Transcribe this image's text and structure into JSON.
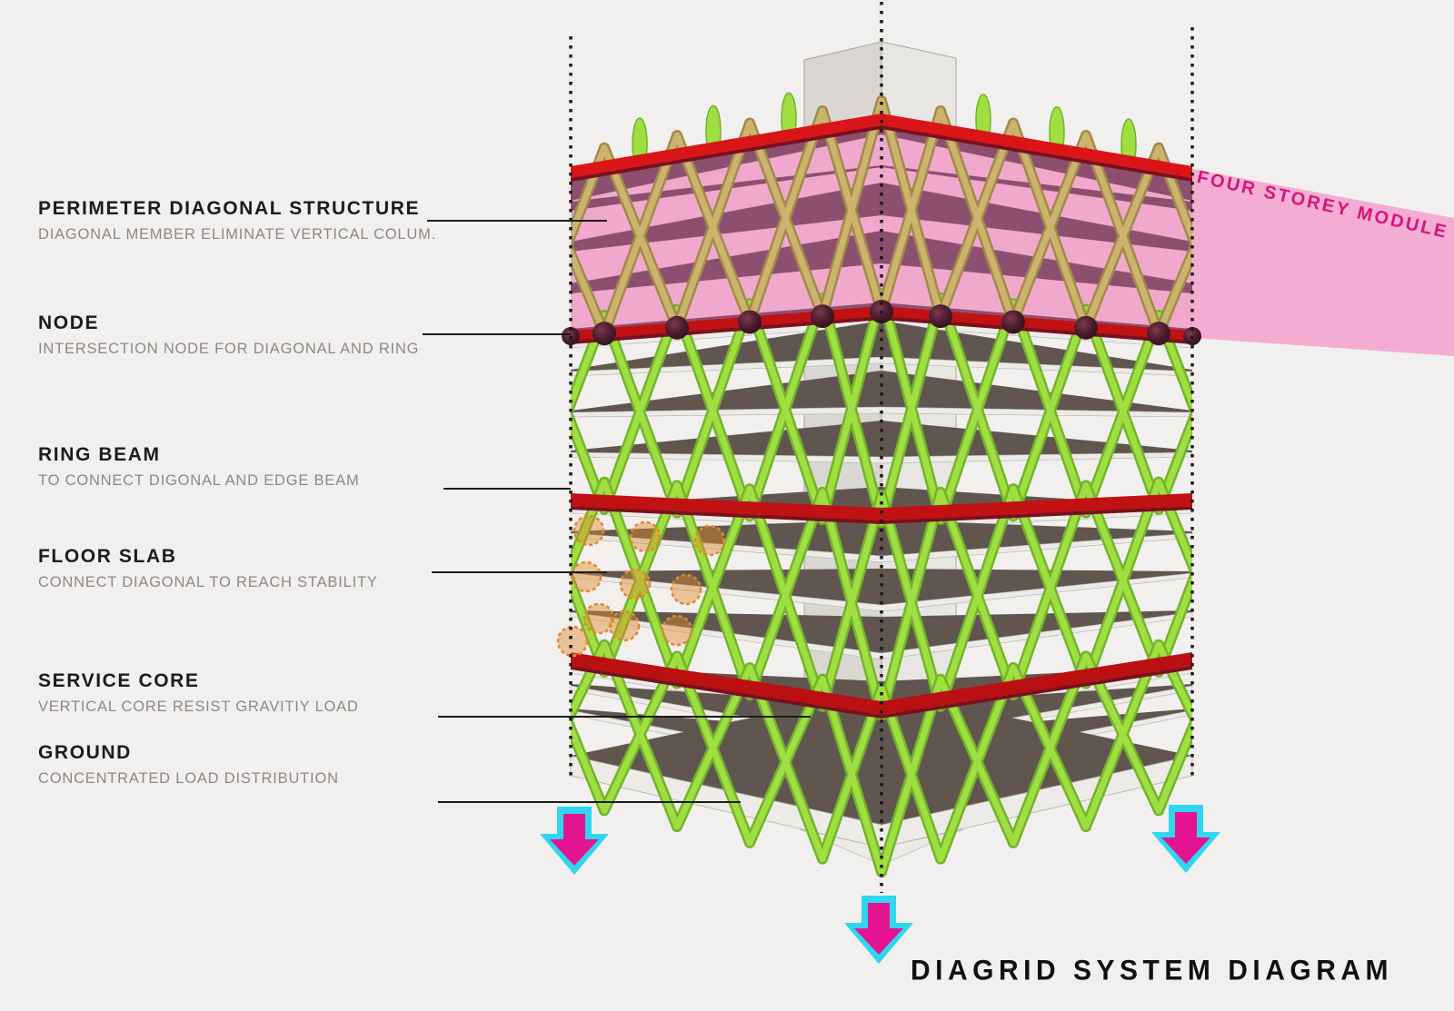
{
  "title": "DIAGRID SYSTEM  DIAGRAM",
  "banner": {
    "label": "FOUR STOREY MODULE"
  },
  "labels": [
    {
      "title": "PERIMETER DIAGONAL STRUCTURE",
      "subtitle": "DIAGONAL MEMBER ELIMINATE VERTICAL COLUM."
    },
    {
      "title": "NODE",
      "subtitle": "INTERSECTION NODE FOR DIAGONAL AND RING"
    },
    {
      "title": "RING BEAM",
      "subtitle": "TO CONNECT DIGONAL AND EDGE BEAM"
    },
    {
      "title": "FLOOR SLAB",
      "subtitle": "CONNECT DIAGONAL TO REACH STABILITY"
    },
    {
      "title": "SERVICE CORE",
      "subtitle": "VERTICAL CORE RESIST GRAVITIY LOAD"
    },
    {
      "title": "GROUND",
      "subtitle": "CONCENTRATED LOAD DISTRIBUTION"
    }
  ],
  "colors": {
    "background": "#f2f0ee",
    "beam_red_top": "#da1517",
    "beam_red": "#c21113",
    "beam_red_low": "#ba1011",
    "beam_dark_strip": "#7c0f1e",
    "green_dark": "#74b32b",
    "green_light": "#9fdf41",
    "tan_dark": "#a28a48",
    "tan_light": "#ccb46e",
    "mauve_face": "#8d4f6f",
    "pink_band": "#f0a9cd",
    "banner_pink": "#f4add2",
    "banner_text": "#d6147f",
    "slab_dark": "#60564f",
    "slab_light": "#edebe7",
    "slab_outline": "#b3afa9",
    "core_left": "#dad7d3",
    "core_right": "#e8e6e2",
    "core_outline": "#aaa6a1",
    "node_sphere": "#4a1c2b",
    "arrow_cyan": "#2ed7ef",
    "arrow_magenta": "#e41490",
    "orange_highlight": "#e0892e",
    "dotted_line": "#1a1a1a",
    "label_title": "#1c1c1c",
    "label_subtitle": "#8d8885"
  }
}
